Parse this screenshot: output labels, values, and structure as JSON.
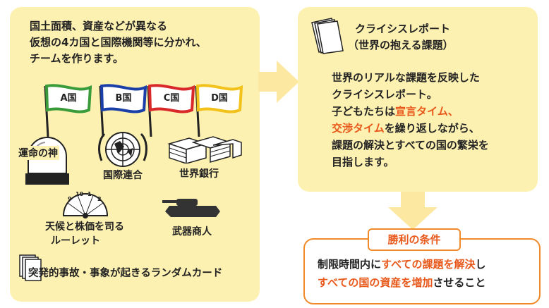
{
  "left": {
    "intro_lines": [
      "国土面積、資産などが異なる",
      "仮想の4カ国と国際機関等に分かれ、",
      "チームを作ります。"
    ],
    "flags": [
      {
        "label": "A国",
        "color": "#3a9b3a"
      },
      {
        "label": "B国",
        "color": "#1a3fa8"
      },
      {
        "label": "C国",
        "color": "#d8282a"
      },
      {
        "label": "D国",
        "color": "#f2c21a"
      }
    ],
    "labels": {
      "god": "運命の神",
      "un": "国際連合",
      "bank": "世界銀行",
      "roulette_1": "天候と株価を司る",
      "roulette_2": "ルーレット",
      "arms": "武器商人",
      "cards": "突発的事故・事象が起きるランダムカード"
    },
    "roulette_numbers": [
      "9",
      "10",
      "1",
      "2"
    ]
  },
  "right": {
    "title_lines": [
      "クライシスレポート",
      "（世界の抱える課題）"
    ],
    "body": {
      "l1": "世界のリアルな課題を反映した",
      "l2": "クライシスレポート。",
      "l3a": "子どもたちは",
      "l3b": "宣言タイム、",
      "l4a": "交渉タイム",
      "l4b": "を繰り返しながら、",
      "l5": "課題の解決とすべての国の繁栄を",
      "l6": "目指します。"
    }
  },
  "victory": {
    "badge": "勝利の条件",
    "l1a": "制限時間内に",
    "l1b": "すべての課題を解決",
    "l1c": "し",
    "l2a": "すべての国の資産を増加",
    "l2b": "させること"
  },
  "colors": {
    "panel": "#fdf1b2",
    "accent": "#e8581a",
    "arrow": "#fce8a0"
  }
}
